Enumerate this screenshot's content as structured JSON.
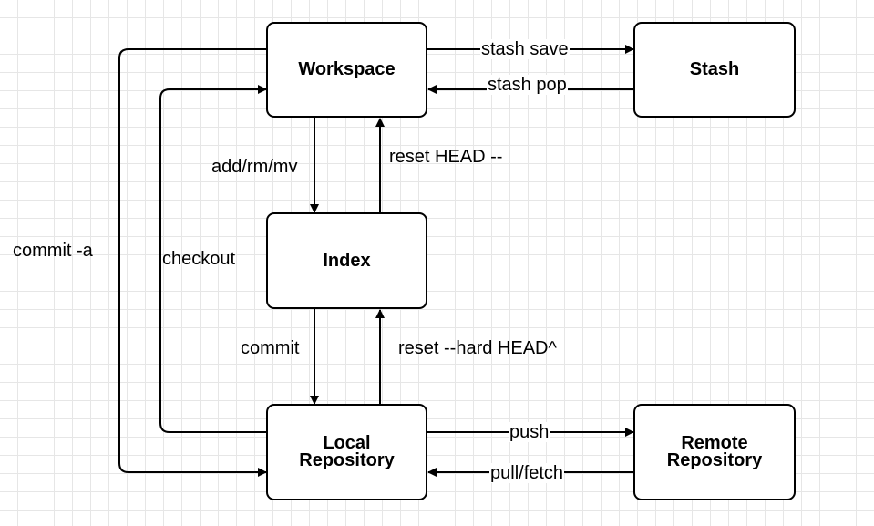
{
  "nodes": {
    "workspace": "Workspace",
    "stash": "Stash",
    "index": "Index",
    "local_repository": "Local\nRepository",
    "remote_repository": "Remote\nRepository"
  },
  "edges": {
    "stash_save": "stash save",
    "stash_pop": "stash pop",
    "add_rm_mv": "add/rm/mv",
    "reset_head": "reset HEAD --",
    "commit": "commit",
    "reset_hard": "reset --hard HEAD^",
    "checkout": "checkout",
    "commit_a": "commit -a",
    "push": "push",
    "pull_fetch": "pull/fetch"
  }
}
